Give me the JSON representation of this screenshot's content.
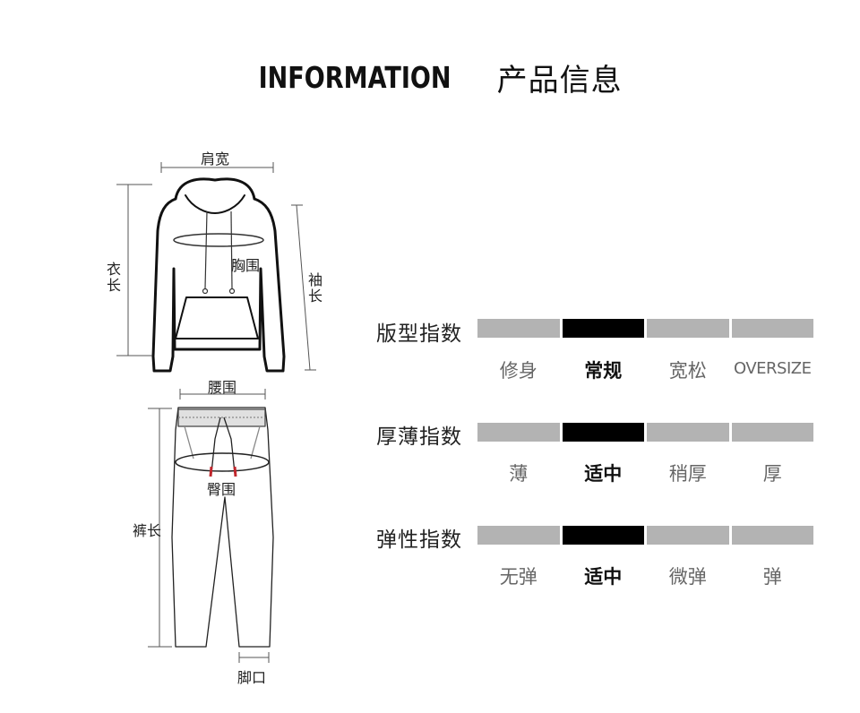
{
  "header": {
    "title_en": "INFORMATION",
    "title_zh": "产品信息"
  },
  "measurements": {
    "shoulder": "肩宽",
    "length": "衣长",
    "chest": "胸围",
    "sleeve": "袖长",
    "waist": "腰围",
    "hip": "臀围",
    "pants_length": "裤长",
    "hem": "脚口"
  },
  "indices": [
    {
      "title": "版型指数",
      "options": [
        "修身",
        "常规",
        "宽松",
        "OVERSIZE"
      ],
      "selected": 1
    },
    {
      "title": "厚薄指数",
      "options": [
        "薄",
        "适中",
        "稍厚",
        "厚"
      ],
      "selected": 1
    },
    {
      "title": "弹性指数",
      "options": [
        "无弹",
        "适中",
        "微弹",
        "弹"
      ],
      "selected": 1
    }
  ],
  "colors": {
    "bar_inactive": "#b3b3b3",
    "bar_active": "#000000",
    "drawstring_tip": "#c0262c"
  }
}
